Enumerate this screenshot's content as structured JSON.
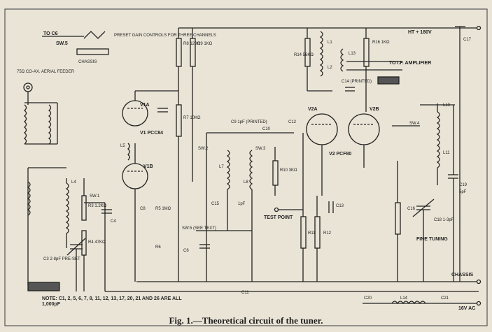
{
  "caption": "Fig. 1.—Theoretical circuit of the tuner.",
  "note": "NOTE: C1, 2, 5, 6, 7, 8, 11, 12, 13, 17, 20, 21 AND 26 ARE ALL 1,000pF",
  "labels": {
    "to_c6": "TO C6",
    "sw5": "SW.5",
    "preset": "PRESET GAIN CONTROLS FOR THREE CHANNELS",
    "chassis": "CHASSIS",
    "aerial": "75Ω CO-AX. AERIAL FEEDER",
    "r8": "R8 120Ω",
    "r9": "R9 1KΩ",
    "r7": "R7 10KΩ",
    "v1a": "V1A",
    "v1": "V1 PCC84",
    "v1b": "V1B",
    "l5": "L5",
    "c9": "C9 1pF (PRINTED)",
    "c10": "C10",
    "c12": "C12",
    "sw2": "SW.2",
    "sw3": "SW.3",
    "l7": "L7",
    "l8": "L8",
    "r10": "R10 3KΩ",
    "c15": "C15",
    "one_pf": "1pF",
    "test_point": "TEST POINT",
    "c13": "C13",
    "r14": "R14 56KΩ",
    "l1": "L1",
    "l2": "L2",
    "l13": "L13",
    "c14": "C14 (PRINTED)",
    "r16": "R16 1KΩ",
    "to_if": "TO I.F. AMPLIFIER",
    "v2a": "V2A",
    "v2b": "V2B",
    "v2": "V2 PCF80",
    "sw4": "SW.4",
    "ht": "HT + 180V",
    "c17": "C17",
    "l10": "L10",
    "l11": "L11",
    "c19": "C19",
    "c18": "C18 1-3pF",
    "c_5pf": "5pF",
    "fine_tuning": "FINE TUNING",
    "r3": "R3 1.2KΩ",
    "r4": "R4 47KΩ",
    "c3": "C3 2-8pF PRE-SET",
    "c4": "C4",
    "sw1": "SW.1",
    "l4": "L4",
    "c8": "C8",
    "r5": "R5 1MΩ",
    "r6": "R6",
    "sw5b": "SW.5 (SEE TEXT)",
    "c6": "C6",
    "c11": "C11",
    "r11": "R11",
    "r12": "R12",
    "c20": "C20",
    "l14": "L14",
    "c21": "C21",
    "c16": "C16",
    "chassis2": "CHASSIS",
    "ac_16v": "16V AC"
  }
}
